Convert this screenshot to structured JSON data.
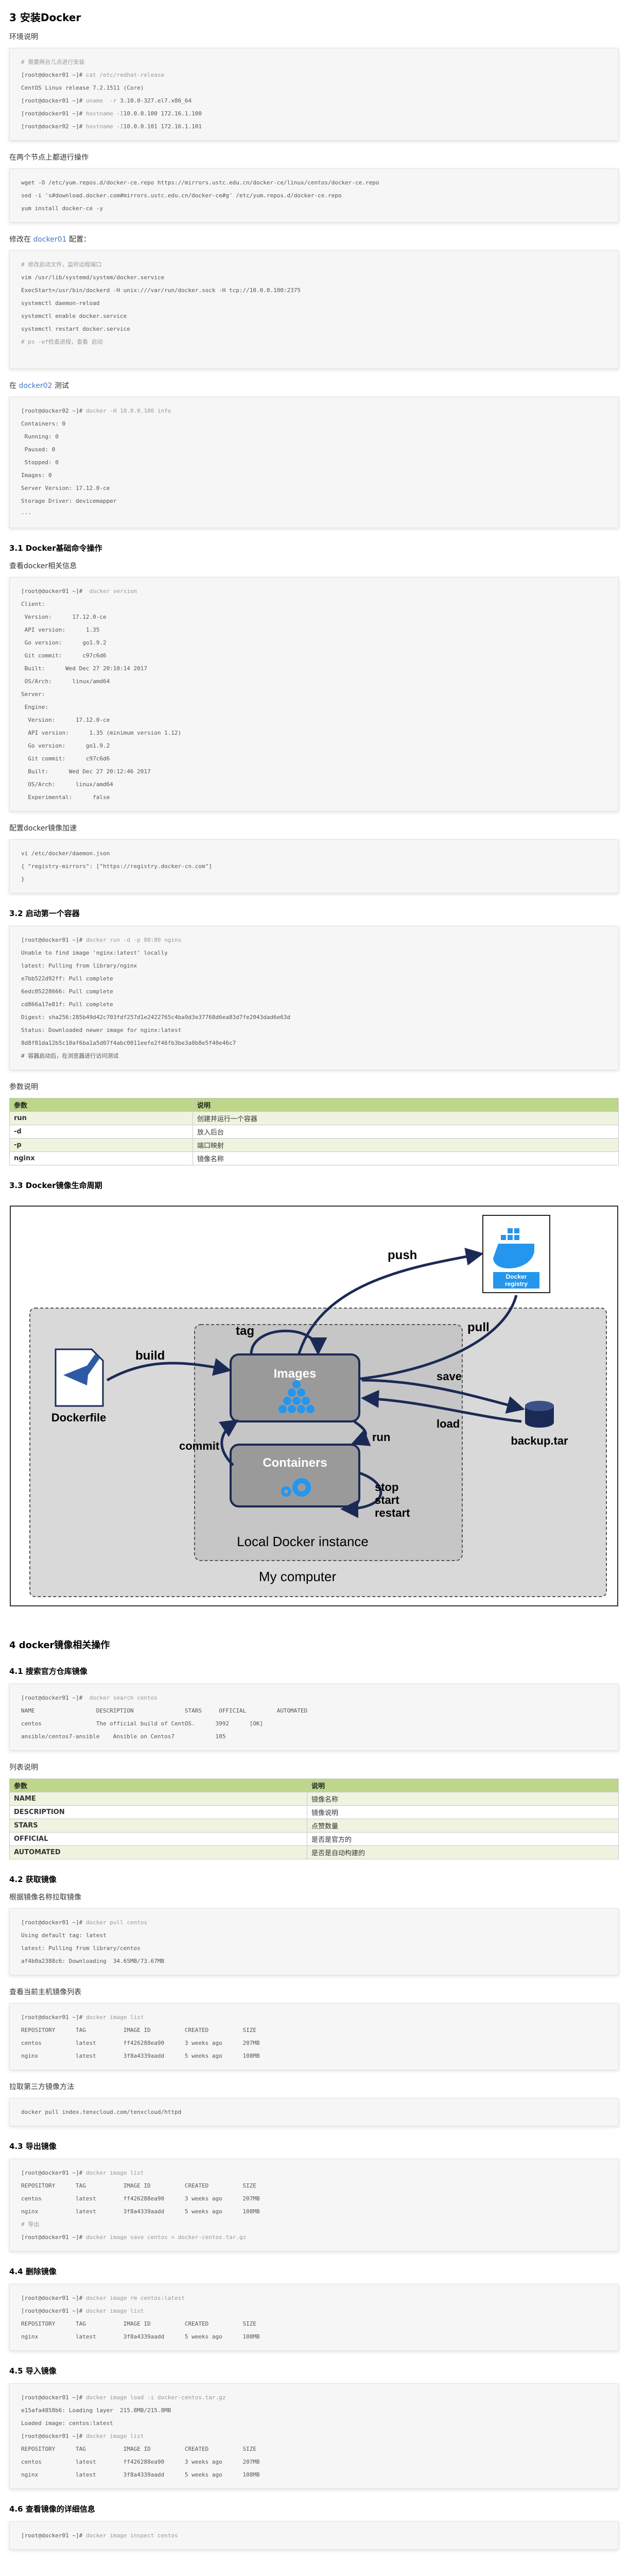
{
  "sections": {
    "s1_title": "3 安装Docker",
    "env_title": "环境说明",
    "env_lines": [
      {
        "p": "",
        "c": "# 需要两台几点进行安装",
        "o": ""
      },
      {
        "p": "[root@docker01 ~]# ",
        "c": "cat /etc/redhat-release",
        "o": ""
      },
      {
        "p": "",
        "c": "",
        "o": "CentOS Linux release 7.2.1511 (Core)"
      },
      {
        "p": "[root@docker01 ~]# ",
        "c": "uname  -r",
        "o": " 3.10.0-327.el7.x86_64"
      },
      {
        "p": "[root@docker01 ~]# ",
        "c": "hostname -I",
        "o": "10.0.0.100 172.16.1.100"
      },
      {
        "p": "[root@docker02 ~]# ",
        "c": "hostname -I",
        "o": "10.0.0.101 172.16.1.101"
      }
    ],
    "both_title": "在两个节点上都进行操作",
    "both_lines": [
      {
        "p": "",
        "c": "",
        "o": "wget -O /etc/yum.repos.d/docker-ce.repo https://mirrors.ustc.edu.cn/docker-ce/linux/centos/docker-ce.repo"
      },
      {
        "p": "",
        "c": "",
        "o": "sed -i 's#download.docker.com#mirrors.ustc.edu.cn/docker-ce#g' /etc/yum.repos.d/docker-ce.repo"
      },
      {
        "p": "",
        "c": "",
        "o": "yum install docker-ce -y"
      }
    ],
    "mod_title_pre": "修改在",
    "mod_title_link": "docker01",
    "mod_title_post": "配置：",
    "mod_lines": [
      {
        "p": "",
        "c": "# 修改启动文件，监听远程端口",
        "o": ""
      },
      {
        "p": "",
        "c": "",
        "o": "vim /usr/lib/systemd/system/docker.service"
      },
      {
        "p": "",
        "c": "",
        "o": "ExecStart=/usr/bin/dockerd -H unix:///var/run/docker.sock -H tcp://10.0.0.100:2375"
      },
      {
        "p": "",
        "c": "",
        "o": "systemctl daemon-reload"
      },
      {
        "p": "",
        "c": "",
        "o": "systemctl enable docker.service"
      },
      {
        "p": "",
        "c": "",
        "o": "systemctl restart docker.service"
      },
      {
        "p": "",
        "c": "# ps -ef检查进程，查看 启动"
      },
      {
        "p": "",
        "c": "",
        "o": ""
      }
    ],
    "test_title_pre": "在",
    "test_title_link": "docker02",
    "test_title_post": "测试",
    "test_lines": [
      {
        "p": "[root@docker02 ~]# ",
        "c": "docker -H 10.0.0.100 info",
        "o": ""
      },
      {
        "p": "",
        "c": "",
        "o": "Containers: 0"
      },
      {
        "p": "",
        "c": "",
        "o": " Running: 0"
      },
      {
        "p": "",
        "c": "",
        "o": " Paused: 0"
      },
      {
        "p": "",
        "c": "",
        "o": " Stopped: 0"
      },
      {
        "p": "",
        "c": "",
        "o": "Images: 0"
      },
      {
        "p": "",
        "c": "",
        "o": "Server Version: 17.12.0-ce"
      },
      {
        "p": "",
        "c": "",
        "o": "Storage Driver: devicemapper"
      },
      {
        "p": "",
        "c": "",
        "o": "···"
      }
    ],
    "s31_title": "3.1 Docker基础命令操作",
    "ver_title": "查看docker相关信息",
    "ver_lines": [
      {
        "p": "[root@docker01 ~]# ",
        "c": " docker version",
        "o": ""
      },
      {
        "p": "",
        "c": "",
        "o": "Client:"
      },
      {
        "p": "",
        "c": "",
        "o": " Version:      17.12.0-ce"
      },
      {
        "p": "",
        "c": "",
        "o": " API version:      1.35"
      },
      {
        "p": "",
        "c": "",
        "o": " Go version:      go1.9.2"
      },
      {
        "p": "",
        "c": "",
        "o": " Git commit:      c97c6d6"
      },
      {
        "p": "",
        "c": "",
        "o": " Built:      Wed Dec 27 20:10:14 2017"
      },
      {
        "p": "",
        "c": "",
        "o": " OS/Arch:      linux/amd64"
      },
      {
        "p": "",
        "c": "",
        "o": "Server:"
      },
      {
        "p": "",
        "c": "",
        "o": " Engine:"
      },
      {
        "p": "",
        "c": "",
        "o": "  Version:      17.12.0-ce"
      },
      {
        "p": "",
        "c": "",
        "o": "  API version:      1.35 (minimum version 1.12)"
      },
      {
        "p": "",
        "c": "",
        "o": "  Go version:      go1.9.2"
      },
      {
        "p": "",
        "c": "",
        "o": "  Git commit:      c97c6d6"
      },
      {
        "p": "",
        "c": "",
        "o": "  Built:      Wed Dec 27 20:12:46 2017"
      },
      {
        "p": "",
        "c": "",
        "o": "  OS/Arch:      linux/amd64"
      },
      {
        "p": "",
        "c": "",
        "o": "  Experimental:      false"
      }
    ],
    "mirror_title": "配置docker镜像加速",
    "mirror_lines": [
      {
        "p": "",
        "c": "",
        "o": "vi /etc/docker/daemon.json"
      },
      {
        "p": "",
        "c": "",
        "o": "{ \"registry-mirrors\": [\"https://registry.docker-cn.com\"]"
      },
      {
        "p": "",
        "c": "",
        "o": "}"
      }
    ],
    "s32_title": "3.2 启动第一个容器",
    "run_lines": [
      {
        "p": "[root@docker01 ~]# ",
        "c": "docker run -d -p 80:80 nginx",
        "o": ""
      },
      {
        "p": "",
        "c": "",
        "o": "Unable to find image 'nginx:latest' locally"
      },
      {
        "p": "",
        "c": "",
        "o": "latest: Pulling from library/nginx"
      },
      {
        "p": "",
        "c": "",
        "o": "e7bb522d92ff: Pull complete"
      },
      {
        "p": "",
        "c": "",
        "o": "6edc05228666: Pull complete"
      },
      {
        "p": "",
        "c": "",
        "o": "cd866a17e81f: Pull complete"
      },
      {
        "p": "",
        "c": "",
        "o": "Digest: sha256:285b49d42c703fdf257d1e2422765c4ba9d3e37768d6ea83d7fe2043dad6e63d"
      },
      {
        "p": "",
        "c": "",
        "o": "Status: Downloaded newer image for nginx:latest"
      },
      {
        "p": "",
        "c": "",
        "o": "8d8f81da12b5c10af6ba1a5d07f4abc0011eefe2f46fb3be3a0b8e5f40e46c7"
      },
      {
        "p": "",
        "c": "",
        "o": "# 容器启动后，在浏览器进行访问测试"
      }
    ],
    "param_title": "参数说明",
    "param_table": {
      "headers": [
        "参数",
        "说明"
      ],
      "rows": [
        [
          "run",
          "创建并运行一个容器"
        ],
        [
          "-d",
          "放入后台"
        ],
        [
          "-p",
          "端口映射"
        ],
        [
          "nginx",
          "镜像名称"
        ]
      ]
    },
    "s33_title": "3.3 Docker镜像生命周期",
    "diagram": {
      "push": "push",
      "pull": "pull",
      "registry_line1": "Docker",
      "registry_line2": "registry",
      "build": "build",
      "tag": "tag",
      "images": "Images",
      "save": "save",
      "load": "load",
      "backup": "backup.tar",
      "dockerfile": "Dockerfile",
      "commit": "commit",
      "run": "run",
      "containers": "Containers",
      "stop": "stop",
      "start": "start",
      "restart": "restart",
      "local_instance": "Local Docker instance",
      "my_computer": "My computer"
    },
    "s4_title": "4 docker镜像相关操作",
    "s41_title": "4.1 搜索官方仓库镜像",
    "search_lines": [
      {
        "p": "[root@docker01 ~]# ",
        "c": " docker search centos",
        "o": ""
      },
      {
        "p": "",
        "c": "",
        "o": "NAME                  DESCRIPTION               STARS     OFFICIAL         AUTOMATED"
      },
      {
        "p": "",
        "c": "",
        "o": "centos                The official build of CentOS.      3992      [OK]"
      },
      {
        "p": "",
        "c": "",
        "o": "ansible/centos7-ansible    Ansible on Centos7            105"
      }
    ],
    "list_title": "列表说明",
    "list_table": {
      "headers": [
        "参数",
        "说明"
      ],
      "rows": [
        [
          "NAME",
          "镜像名称"
        ],
        [
          "DESCRIPTION",
          "镜像说明"
        ],
        [
          "STARS",
          "点赞数量"
        ],
        [
          "OFFICIAL",
          "是否是官方的"
        ],
        [
          "AUTOMATED",
          "是否是自动构建的"
        ]
      ]
    },
    "s42_title": "4.2 获取镜像",
    "pull_title": "根据镜像名称拉取镜像",
    "pull_lines": [
      {
        "p": "[root@docker01 ~]# ",
        "c": "docker pull centos",
        "o": ""
      },
      {
        "p": "",
        "c": "",
        "o": "Using default tag: latest"
      },
      {
        "p": "",
        "c": "",
        "o": "latest: Pulling from library/centos"
      },
      {
        "p": "",
        "c": "",
        "o": "af4b0a2388c6: Downloading  34.65MB/73.67MB"
      }
    ],
    "local_title": "查看当前主机镜像列表",
    "local_lines": [
      {
        "p": "[root@docker01 ~]# ",
        "c": "docker image list",
        "o": ""
      },
      {
        "p": "",
        "c": "",
        "o": "REPOSITORY      TAG           IMAGE ID          CREATED          SIZE"
      },
      {
        "p": "",
        "c": "",
        "o": "centos          latest        ff426288ea90      3 weeks ago      207MB"
      },
      {
        "p": "",
        "c": "",
        "o": "nginx           latest        3f8a4339aadd      5 weeks ago      108MB"
      }
    ],
    "third_title": "拉取第三方镜像方法",
    "third_lines": [
      {
        "p": "",
        "c": "",
        "o": "docker pull index.tenxcloud.com/tenxcloud/httpd"
      }
    ],
    "s43_title": "4.3 导出镜像",
    "export_lines": [
      {
        "p": "[root@docker01 ~]# ",
        "c": "docker image list",
        "o": ""
      },
      {
        "p": "",
        "c": "",
        "o": "REPOSITORY      TAG           IMAGE ID          CREATED          SIZE"
      },
      {
        "p": "",
        "c": "",
        "o": "centos          latest        ff426288ea90      3 weeks ago      207MB"
      },
      {
        "p": "",
        "c": "",
        "o": "nginx           latest        3f8a4339aadd      5 weeks ago      108MB"
      },
      {
        "p": "",
        "c": "# 导出",
        "o": ""
      },
      {
        "p": "[root@docker01 ~]# ",
        "c": "docker image save centos > docker-centos.tar.gz",
        "o": ""
      }
    ],
    "s44_title": "4.4 删除镜像",
    "rm_lines": [
      {
        "p": "[root@docker01 ~]# ",
        "c": "docker image rm centos:latest",
        "o": ""
      },
      {
        "p": "[root@docker01 ~]# ",
        "c": "docker image list",
        "o": ""
      },
      {
        "p": "",
        "c": "",
        "o": "REPOSITORY      TAG           IMAGE ID          CREATED          SIZE"
      },
      {
        "p": "",
        "c": "",
        "o": "nginx           latest        3f8a4339aadd      5 weeks ago      108MB"
      }
    ],
    "s45_title": "4.5 导入镜像",
    "load_lines": [
      {
        "p": "[root@docker01 ~]# ",
        "c": "docker image load -i docker-centos.tar.gz",
        "o": ""
      },
      {
        "p": "",
        "c": "",
        "o": "e15afa4858b6: Loading layer  215.8MB/215.8MB"
      },
      {
        "p": "",
        "c": "",
        "o": "Loaded image: centos:latest"
      },
      {
        "p": "[root@docker01 ~]# ",
        "c": "docker image list",
        "o": ""
      },
      {
        "p": "",
        "c": "",
        "o": "REPOSITORY      TAG           IMAGE ID          CREATED          SIZE"
      },
      {
        "p": "",
        "c": "",
        "o": "centos          latest        ff426288ea90      3 weeks ago      207MB"
      },
      {
        "p": "",
        "c": "",
        "o": "nginx           latest        3f8a4339aadd      5 weeks ago      108MB"
      }
    ],
    "s46_title": "4.6 查看镜像的详细信息",
    "inspect_lines": [
      {
        "p": "[root@docker01 ~]# ",
        "c": "docker image inspect centos",
        "o": ""
      }
    ]
  },
  "colors": {
    "table_header": "#bdd68a",
    "table_alt": "#eef4e0",
    "link": "#3e79c7",
    "code_highlight": "#1aaba8",
    "diagram_arrow": "#1b2a55",
    "registry_blue": "#2496ed"
  }
}
